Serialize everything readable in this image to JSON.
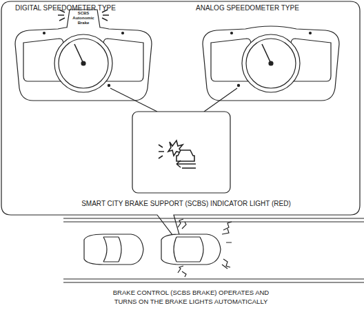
{
  "diagram": {
    "caption": "BRAKE CONTROL (SCBS BRAKE) OPERATES AND TURNS ON THE BRAKE LIGHTS AUTOMATICALLY",
    "nodes": [
      {
        "text": [
          "DIGITAL SPEEDOMETER TYPE",
          "ANALOG SPEEDOMETER TYPE",
          "SMART CITY BRAKE SUPPORT (SCBS) INDICATOR LIGHT (RED)"
        ]
      }
    ],
    "labels": [
      "SCBS Autonomic Brake"
    ]
  }
}
